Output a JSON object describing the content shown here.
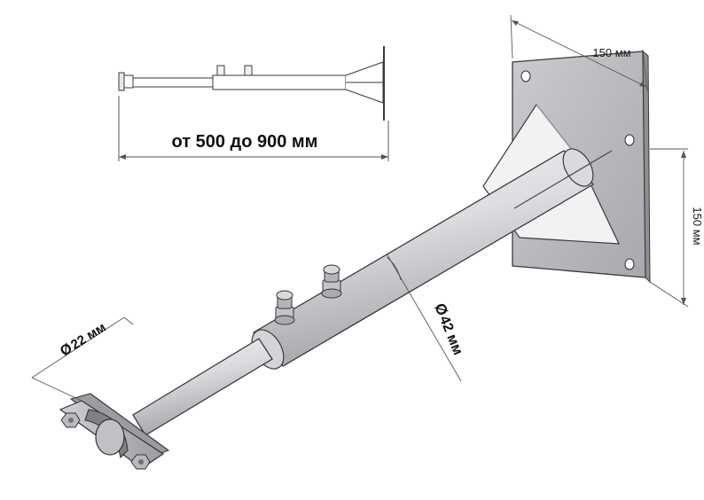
{
  "labels": {
    "length_range": "от 500 до 900 мм",
    "plate_width": "150 мм",
    "plate_height": "150 мм",
    "outer_pipe_diameter": "42 мм",
    "inner_pipe_diameter": "22 мм",
    "diameter_symbol": "Ø"
  },
  "colors": {
    "metal_light": "#e2e3e5",
    "metal_mid": "#b9bbbf",
    "metal_dark": "#8f9196",
    "outline": "#3a3a3a",
    "dimension_line": "#555555"
  }
}
